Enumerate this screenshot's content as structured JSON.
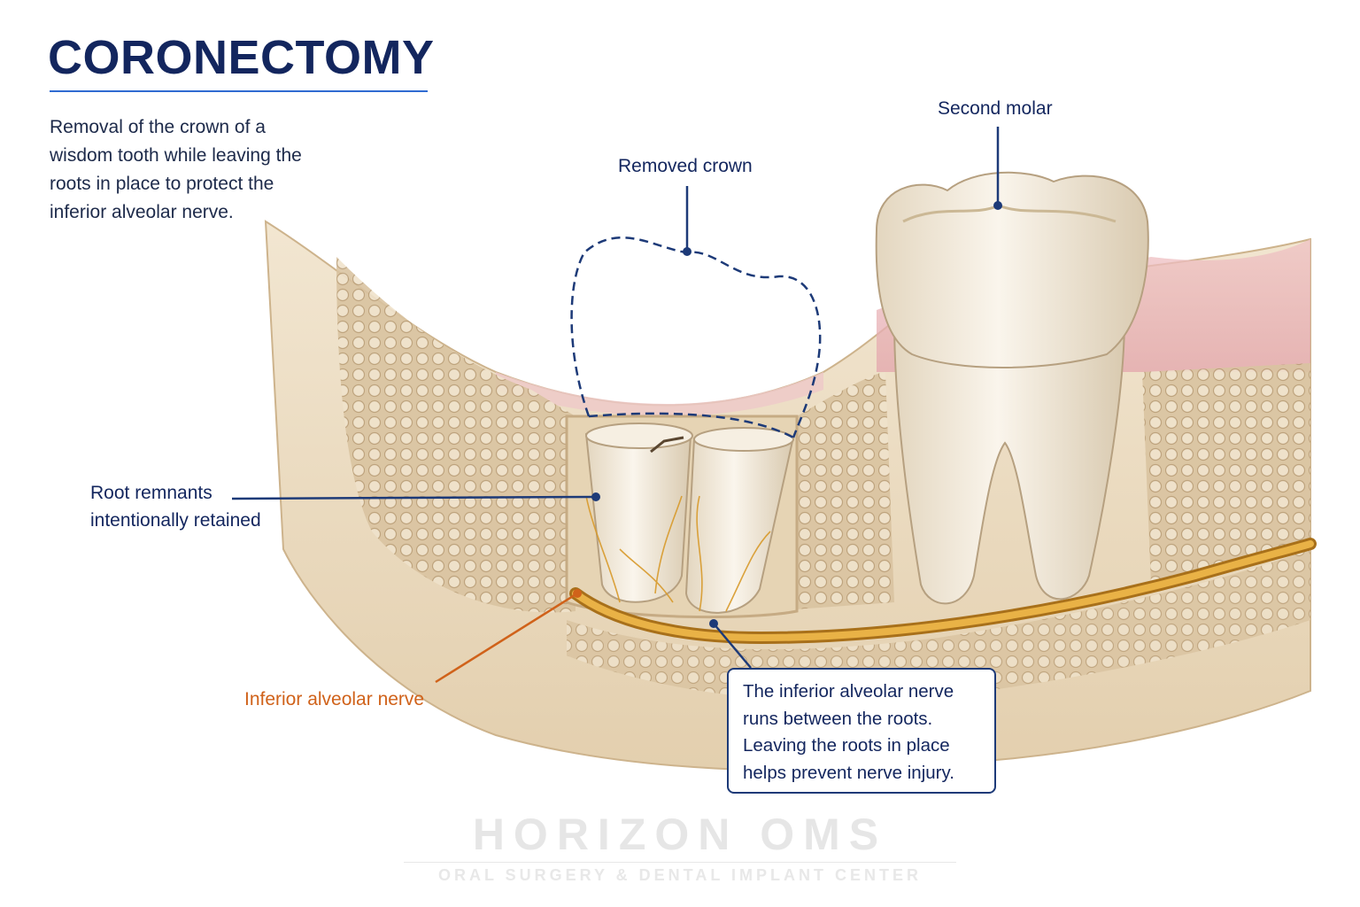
{
  "title": "CORONECTOMY",
  "description": "Removal of the crown of a wisdom tooth while leaving the roots in place to protect the inferior alveolar nerve.",
  "labels": {
    "second_molar": "Second molar",
    "removed_crown": "Removed crown",
    "root_remnants_line1": "Root remnants",
    "root_remnants_line2": "intentionally retained",
    "inferior_alveolar_nerve": "Inferior alveolar nerve"
  },
  "callout": {
    "line1": "The inferior alveolar nerve",
    "line2": "runs between the roots.",
    "line3": "Leaving the roots in place",
    "line4": "helps prevent nerve injury."
  },
  "watermark": {
    "name": "HORIZON OMS",
    "subtitle": "ORAL SURGERY & DENTAL IMPLANT CENTER"
  },
  "colors": {
    "title_navy": "#13265e",
    "accent_blue": "#2f6bd1",
    "nerve_orange": "#d0621a",
    "bone": "#e8d7b9",
    "gum_pink": "#e9b3b8",
    "tooth": "#f1e8d8"
  }
}
